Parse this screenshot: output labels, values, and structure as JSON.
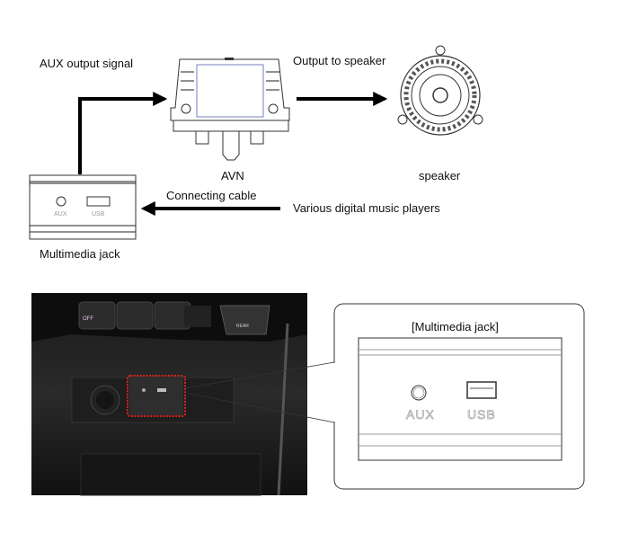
{
  "diagram": {
    "aux_output_label": "AUX output signal",
    "output_to_speaker_label": "Output to speaker",
    "avn_label": "AVN",
    "speaker_label": "speaker",
    "connecting_cable_label": "Connecting cable",
    "music_players_label": "Various digital music players",
    "multimedia_jack_label": "Multimedia jack",
    "jack_aux": "AUX",
    "jack_usb": "USB"
  },
  "photo": {
    "button_off": "OFF",
    "button_rear": "REAR",
    "highlight_color": "#d9261c"
  },
  "callout": {
    "title": "[Multimedia jack]",
    "aux": "AUX",
    "usb": "USB"
  }
}
